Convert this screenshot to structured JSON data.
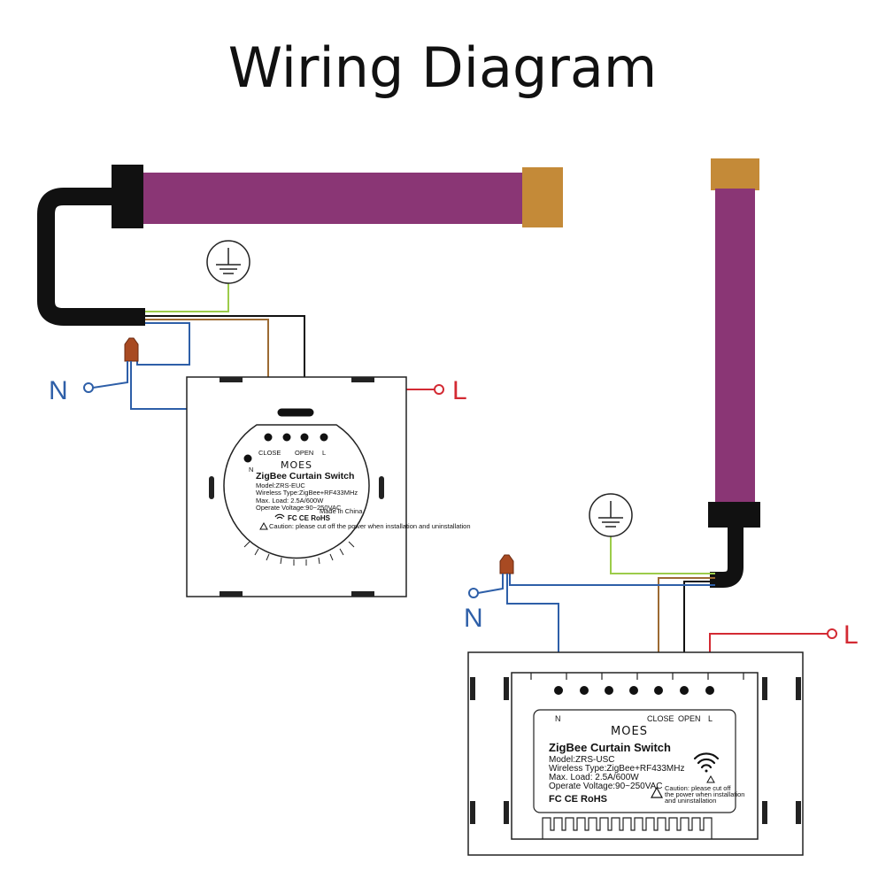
{
  "title": "Wiring Diagram",
  "labels": {
    "neutral": "N",
    "live": "L"
  },
  "colors": {
    "curtain_rail": "#8a3675",
    "rail_end": "#c48a38",
    "motor_cable": "#111111",
    "neutral_wire": "#2e5fa8",
    "live_wire": "#d32a33",
    "earth_wire": "#9ccc4a",
    "close_wire": "#9c6a33",
    "open_wire": "#111111",
    "connector": "#a84a22"
  },
  "switch_eu": {
    "terminals": {
      "close": "CLOSE",
      "open": "OPEN",
      "live": "L",
      "neutral": "N"
    },
    "brand": "MOES",
    "product": "ZigBee Curtain Switch",
    "model": "Model:ZRS-EUC",
    "wireless": "Wireless Type:ZigBee+RF433MHz",
    "max_load": "Max. Load: 2.5A/600W",
    "voltage": "Operate Voltage:90~250VAC",
    "made_in": "Made in China",
    "cert": "FC CE RoHS",
    "caution": "Caution: please cut off the power when installation and uninstallation"
  },
  "switch_us": {
    "terminals": {
      "neutral": "N",
      "close": "CLOSE",
      "open": "OPEN",
      "live": "L"
    },
    "brand": "MOES",
    "product": "ZigBee Curtain Switch",
    "model": "Model:ZRS-USC",
    "wireless": "Wireless Type:ZigBee+RF433MHz",
    "max_load": "Max. Load: 2.5A/600W",
    "voltage": "Operate Voltage:90~250VAC",
    "cert": "FC CE RoHS",
    "caution_1": "Caution: please cut off",
    "caution_2": "the power when installation",
    "caution_3": "and uninstallation"
  }
}
